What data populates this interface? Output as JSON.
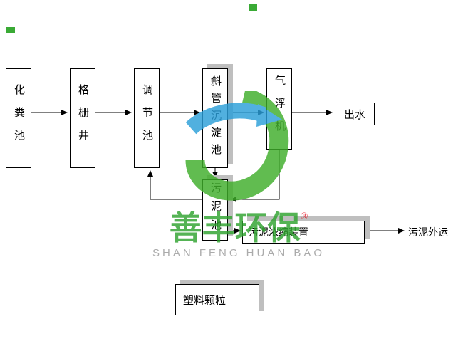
{
  "diagram": {
    "nodes": [
      {
        "label": "化粪池"
      },
      {
        "label": "格栅井"
      },
      {
        "label": "调节池"
      },
      {
        "label": "斜管沉淀池"
      },
      {
        "label": "气浮机"
      },
      {
        "label": "出水"
      },
      {
        "label": "污泥池"
      },
      {
        "label": "污泥浓缩装置"
      },
      {
        "label": "塑料颗粒"
      }
    ],
    "float_label": "污泥外运",
    "line_color": "#000000",
    "shadow_color": "#bfbfbf"
  },
  "watermark": {
    "brand_cn": "善丰环保",
    "reg_mark": "®",
    "brand_en": "SHAN FENG HUAN BAO",
    "colors": {
      "logo_blue": "#2b9fd9",
      "logo_green": "#3fae2a",
      "brand_green": "#2fa32f",
      "brand_gray": "#999999",
      "accent_green": "#3aaa35"
    }
  }
}
